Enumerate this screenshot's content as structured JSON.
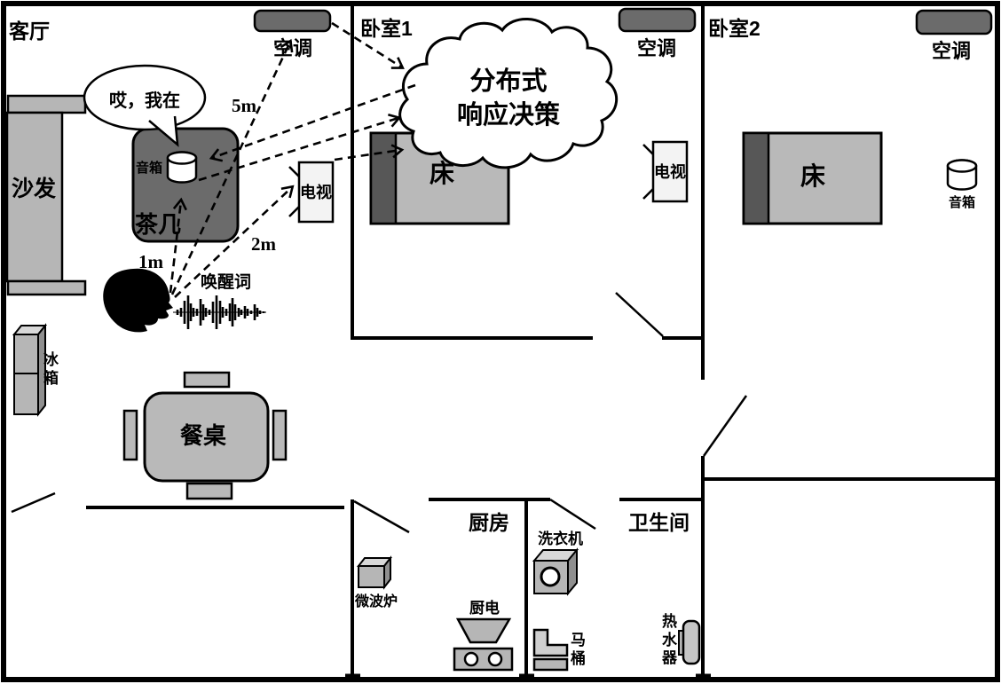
{
  "rooms": {
    "living_room": {
      "name": "客厅"
    },
    "bedroom1": {
      "name": "卧室1"
    },
    "bedroom2": {
      "name": "卧室2"
    },
    "kitchen": {
      "name": "厨房"
    },
    "bathroom": {
      "name": "卫生间"
    }
  },
  "furniture": {
    "sofa": "沙发",
    "coffee_table": "茶几",
    "dining_table": "餐桌",
    "bed1": "床",
    "bed2": "床",
    "toilet": "马桶"
  },
  "devices": {
    "living_speaker": "音箱",
    "living_ac": "空调",
    "living_tv": "电视",
    "fridge": "冰箱",
    "bedroom1_ac": "空调",
    "bedroom1_tv": "电视",
    "bedroom2_ac": "空调",
    "bedroom2_speaker": "音箱",
    "microwave": "微波炉",
    "kitchen_appliance": "厨电",
    "washer": "洗衣机",
    "water_heater": "热水器"
  },
  "cloud": {
    "line1": "分布式",
    "line2": "响应决策"
  },
  "speech_bubble": {
    "text": "哎，我在"
  },
  "person": {
    "wake_word": "唤醒词"
  },
  "distances": {
    "to_speaker": "1m",
    "to_tv": "2m",
    "to_ac": "5m"
  },
  "colors": {
    "wall": "#000000",
    "device_dark": "#6b6b6b",
    "furniture_gray": "#b6b6b6",
    "pillow_dark": "#575757",
    "tv_light": "#f3f3f3",
    "background": "#ffffff"
  }
}
